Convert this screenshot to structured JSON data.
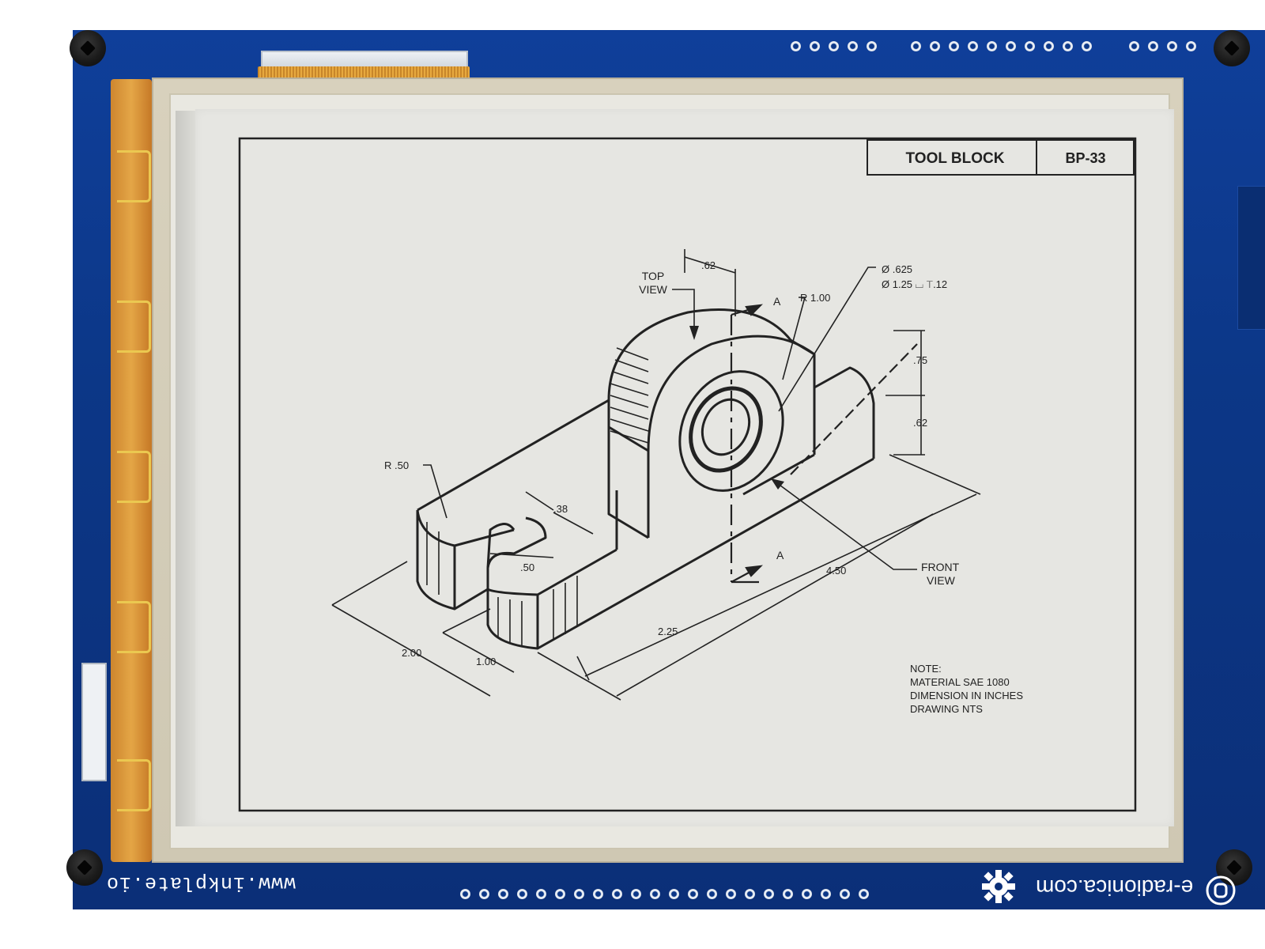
{
  "drawing": {
    "title_block": {
      "name": "TOOL BLOCK",
      "number": "BP-33"
    },
    "labels": {
      "top_view": [
        "TOP",
        "VIEW"
      ],
      "front_view": [
        "FRONT",
        "VIEW"
      ],
      "section_marker": "A",
      "radius_large": "R 1.00",
      "radius_small": "R .50",
      "hole_diameter": "Ø .625",
      "counterbore": "Ø 1.25 ⌴ ⊤.12"
    },
    "dimensions": {
      "d062_top": ".62",
      "d075": ".75",
      "d062_right": ".62",
      "d038": ".38",
      "d050": ".50",
      "d450": "4.50",
      "d225": "2.25",
      "d200": "2.00",
      "d100": "1.00"
    },
    "note": {
      "heading": "NOTE:",
      "lines": [
        "MATERIAL SAE 1080",
        "DIMENSION IN INCHES",
        "DRAWING NTS"
      ]
    }
  },
  "board": {
    "silkscreen_url": "www.inkplate.io",
    "brand": "e-radionica.com",
    "icons": [
      "gear-icon",
      "brand-logo-icon"
    ],
    "colors": {
      "pcb": "#0c3787",
      "flex": "#e7a93f",
      "screen": "#e6e6e2",
      "ink": "#222222"
    }
  }
}
